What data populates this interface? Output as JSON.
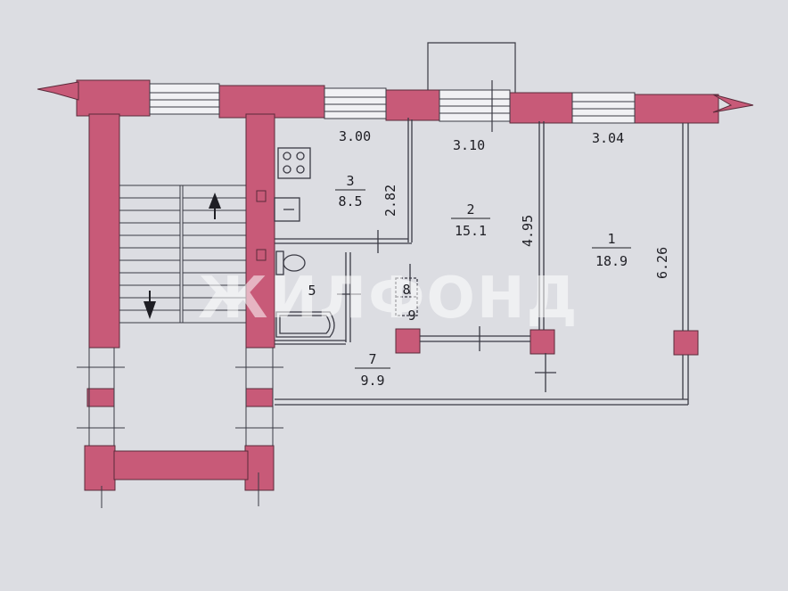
{
  "colors": {
    "background": "#dcdde2",
    "wall": "#c85a78",
    "line": "#3a3a44",
    "text": "#1e1e24",
    "watermark": "#ffffff"
  },
  "watermark": "ЖИЛФОНД",
  "rooms": [
    {
      "number": "1",
      "area": "18.9"
    },
    {
      "number": "2",
      "area": "15.1"
    },
    {
      "number": "3",
      "area": "8.5"
    },
    {
      "number": "5",
      "area": ""
    },
    {
      "number": "7",
      "area": "9.9"
    },
    {
      "number": "8",
      "area": ""
    },
    {
      "number": "9",
      "area": ""
    }
  ],
  "dimensions": [
    {
      "value": "3.00",
      "orientation": "horizontal"
    },
    {
      "value": "3.10",
      "orientation": "horizontal"
    },
    {
      "value": "3.04",
      "orientation": "horizontal"
    },
    {
      "value": "2.82",
      "orientation": "vertical"
    },
    {
      "value": "4.95",
      "orientation": "vertical"
    },
    {
      "value": "6.26",
      "orientation": "vertical"
    }
  ],
  "fixtures": [
    "stove-icon",
    "sink-icon",
    "toilet-icon",
    "bathtub-icon",
    "stair-arrow-up-icon",
    "stair-arrow-down-icon"
  ]
}
